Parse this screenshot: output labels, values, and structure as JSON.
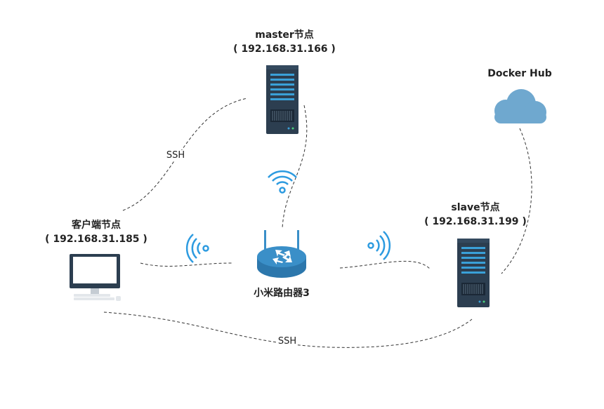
{
  "nodes": {
    "master": {
      "name": "master节点",
      "ip": "( 192.168.31.166 )"
    },
    "client": {
      "name": "客户端节点",
      "ip": "( 192.168.31.185 )"
    },
    "slave": {
      "name": "slave节点",
      "ip": "( 192.168.31.199 )"
    },
    "router": {
      "name": "小米路由器3"
    },
    "dockerhub": {
      "name": "Docker Hub"
    }
  },
  "edges": {
    "ssh_top": "SSH",
    "ssh_bottom": "SSH"
  },
  "colors": {
    "server_body": "#2c3e50",
    "server_accent": "#3aa0d8",
    "router": "#3a8fc8",
    "wifi": "#2d9be0",
    "cloud": "#6fa8cf"
  },
  "icons": [
    "server-icon",
    "router-icon",
    "computer-icon",
    "cloud-icon",
    "wifi-icon"
  ]
}
